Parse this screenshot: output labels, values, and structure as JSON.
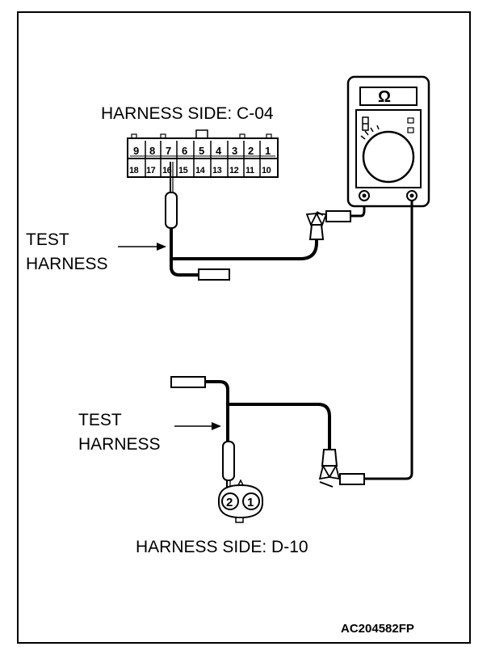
{
  "labels": {
    "c04_title": "HARNESS SIDE: C-04",
    "d10_title": "HARNESS SIDE: D-10",
    "test_harness_1": [
      "TEST",
      "HARNESS"
    ],
    "test_harness_2": [
      "TEST",
      "HARNESS"
    ],
    "figure_code": "AC204582FP"
  },
  "meter": {
    "symbol": "Ω"
  },
  "connector_c04": {
    "top_row": [
      "9",
      "8",
      "7",
      "6",
      "5",
      "4",
      "3",
      "2",
      "1"
    ],
    "bottom_row": [
      "18",
      "17",
      "16",
      "15",
      "14",
      "13",
      "12",
      "11",
      "10"
    ]
  },
  "connector_d10": {
    "pins": [
      "2",
      "1"
    ]
  }
}
